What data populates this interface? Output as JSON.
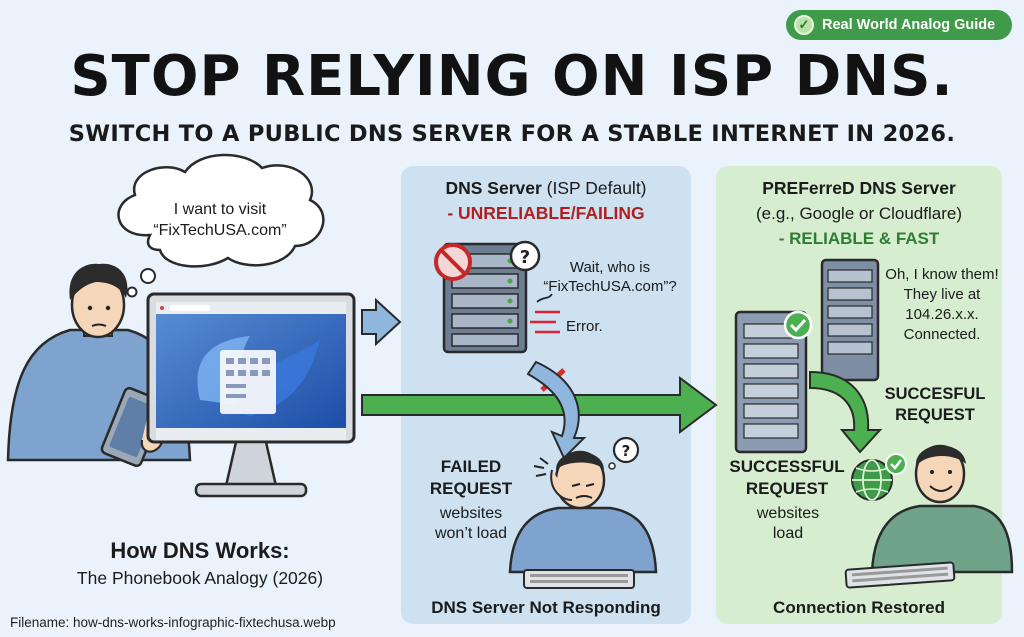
{
  "badge": {
    "label": "Real World Analog Guide"
  },
  "title": "STOP RELYING ON ISP DNS.",
  "subtitle": "SWITCH TO A PUBLIC DNS SERVER FOR A STABLE INTERNET IN 2026.",
  "user": {
    "thought": [
      "I want to visit",
      "“FixTechUSA.com”"
    ]
  },
  "isp_panel": {
    "heading_bold": "DNS Server",
    "heading_rest": " (ISP Default)",
    "status": "- UNRELIABLE/FAILING",
    "query": [
      "Wait, who is",
      "“FixTechUSA.com”?"
    ],
    "error": "Error.",
    "failed_label": [
      "FAILED",
      "REQUEST"
    ],
    "failed_note": [
      "websites",
      "won’t load"
    ],
    "caption": "DNS Server Not Responding"
  },
  "preferred_panel": {
    "heading": "PREFerreD DNS Server",
    "example": "(e.g., Google or Cloudflare)",
    "status": "- RELIABLE & FAST",
    "answer": [
      "Oh, I know them!",
      "They live at",
      "104.26.x.x.",
      "Connected."
    ],
    "right_label": [
      "SUCCESFUL",
      "REQUEST"
    ],
    "left_label": [
      "SUCCESSFUL",
      "REQUEST"
    ],
    "left_note": [
      "websites",
      "load"
    ],
    "caption": "Connection Restored"
  },
  "how_dns": {
    "title": "How DNS Works:",
    "subtitle": "The Phonebook Analogy (2026)"
  },
  "filename": "Filename: how-dns-works-infographic-fixtechusa.webp",
  "colors": {
    "background": "#eaf3fb",
    "isp_panel": "#cde1f1",
    "preferred_panel": "#d6edd0",
    "failing_red": "#b02020",
    "reliable_green": "#2e7d32",
    "badge_green": "#3f9a4a"
  },
  "icons": [
    "badge-icon",
    "thought-bubble",
    "monitor",
    "tablet",
    "server-rack",
    "prohibited-icon",
    "question-icon",
    "red-x-icon",
    "check-icon",
    "globe-icon",
    "arrow-icon"
  ]
}
